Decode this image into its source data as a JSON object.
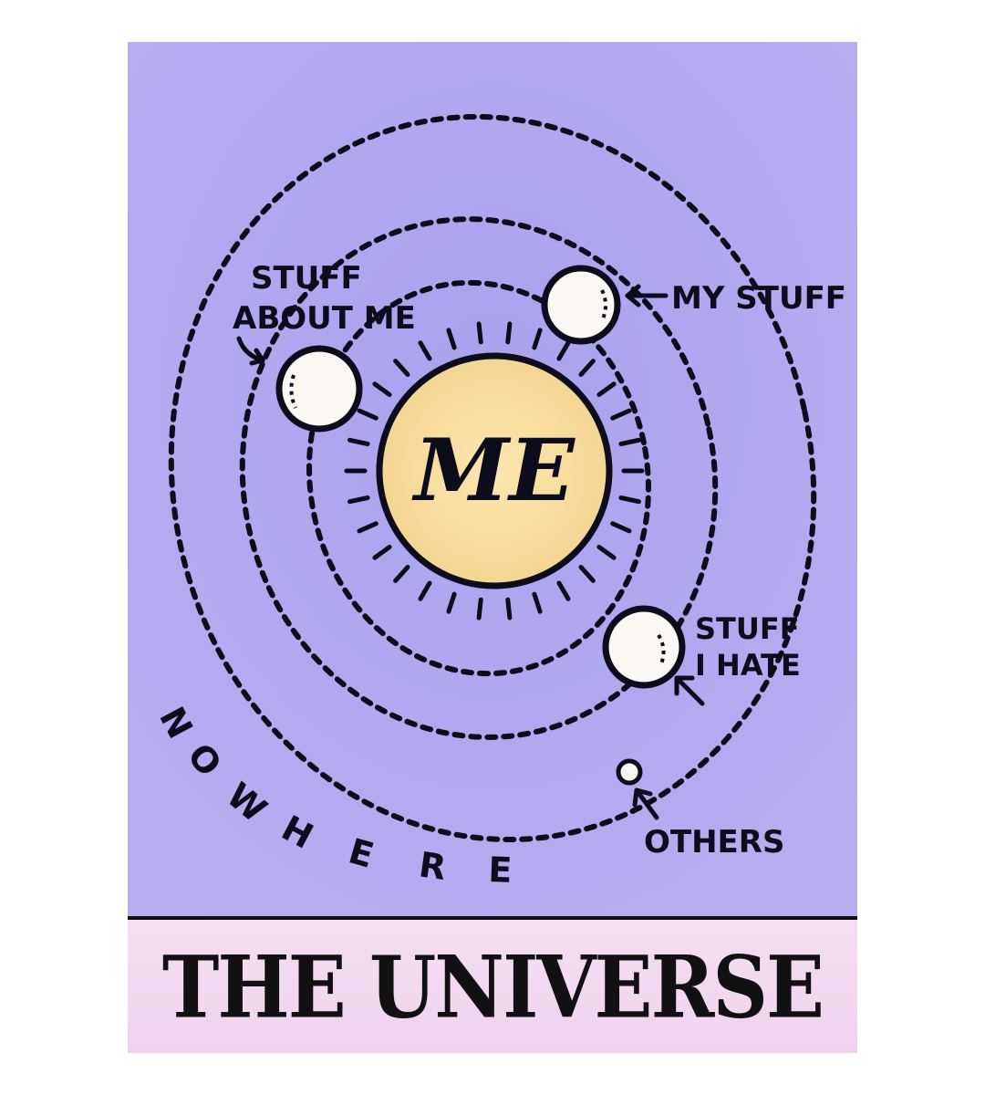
{
  "diagram": {
    "center_label": "ME",
    "labels": {
      "stuff_about_me_line1": "STUFF",
      "stuff_about_me_line2": "ABOUT ME",
      "my_stuff": "MY STUFF",
      "stuff_i_hate_line1": "STUFF",
      "stuff_i_hate_line2": "I HATE",
      "others": "OTHERS",
      "nowhere": [
        "N",
        "O",
        "W",
        "H",
        "E",
        "R",
        "E"
      ]
    },
    "colors": {
      "background": "#b2a8ee",
      "sun": "#f6dc98",
      "planet": "#fbf8f4",
      "ink": "#0c0c1c"
    }
  },
  "caption": {
    "title": "THE UNIVERSE"
  }
}
